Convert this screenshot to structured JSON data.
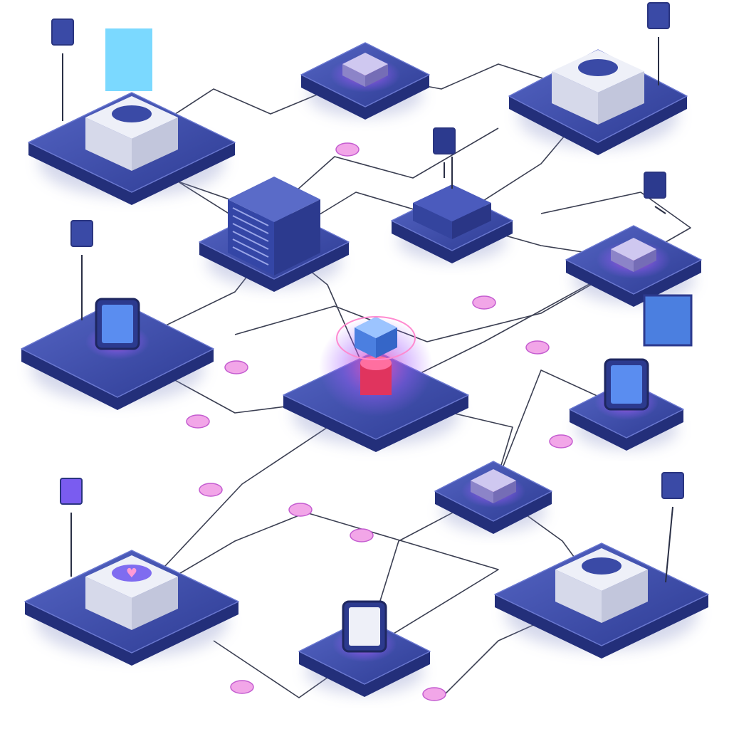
{
  "illustration": {
    "subject": "isometric-network-nodes",
    "colors": {
      "background": "#ffffff",
      "platform_top": "#3a4aa6",
      "platform_top_light": "#5565c4",
      "platform_side": "#232f7a",
      "connector": "#3b3f52",
      "glow_pink": "#ff4fa8",
      "glow_violet": "#a45cff",
      "device_white": "#eef0f8",
      "screen_blue": "#5a8df0"
    },
    "nodes": [
      {
        "id": "printer",
        "icon": "printer-icon"
      },
      {
        "id": "small-device",
        "icon": "chip-icon"
      },
      {
        "id": "server-box",
        "icon": "server-icon"
      },
      {
        "id": "server-tower",
        "icon": "server-rack-icon"
      },
      {
        "id": "router",
        "icon": "router-icon"
      },
      {
        "id": "module",
        "icon": "module-icon"
      },
      {
        "id": "tablet",
        "icon": "tablet-icon"
      },
      {
        "id": "core-hub",
        "icon": "cpu-icon"
      },
      {
        "id": "monitor",
        "icon": "monitor-icon"
      },
      {
        "id": "small-module",
        "icon": "module-icon"
      },
      {
        "id": "health-device",
        "icon": "heart-icon"
      },
      {
        "id": "document-device",
        "icon": "document-icon"
      },
      {
        "id": "storage-stack",
        "icon": "storage-icon"
      }
    ]
  }
}
